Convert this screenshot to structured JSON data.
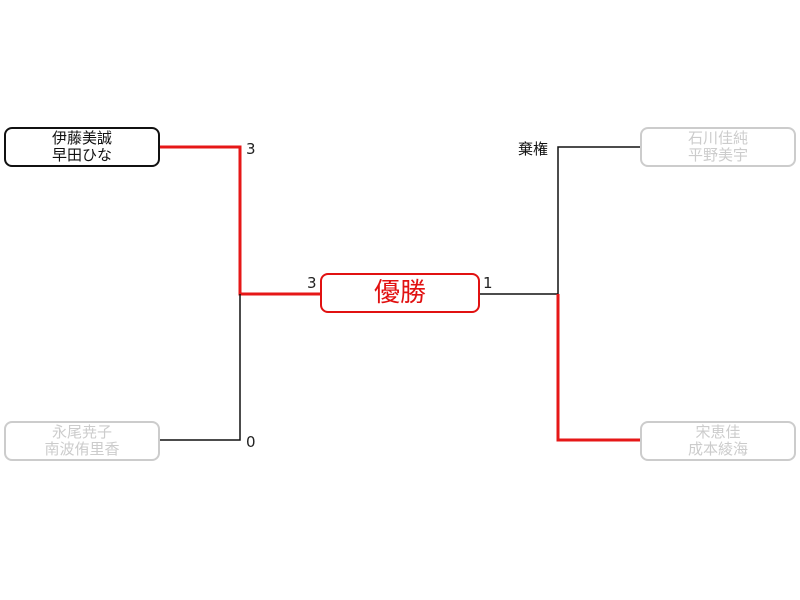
{
  "colors": {
    "winner_line": "#e61717",
    "line": "#111111",
    "inactive": "#cccccc",
    "champion": "#e11111"
  },
  "left": {
    "top_team": {
      "player1": "伊藤美誠",
      "player2": "早田ひな",
      "score": "3",
      "winner": true
    },
    "bottom_team": {
      "player1": "永尾尭子",
      "player2": "南波侑里香",
      "score": "0",
      "winner": false
    },
    "final_score": "3"
  },
  "right": {
    "top_team": {
      "player1": "石川佳純",
      "player2": "平野美宇",
      "note": "棄権",
      "winner": false
    },
    "bottom_team": {
      "player1": "宋恵佳",
      "player2": "成本綾海",
      "winner": true
    },
    "final_score": "1"
  },
  "champion_label": "優勝"
}
